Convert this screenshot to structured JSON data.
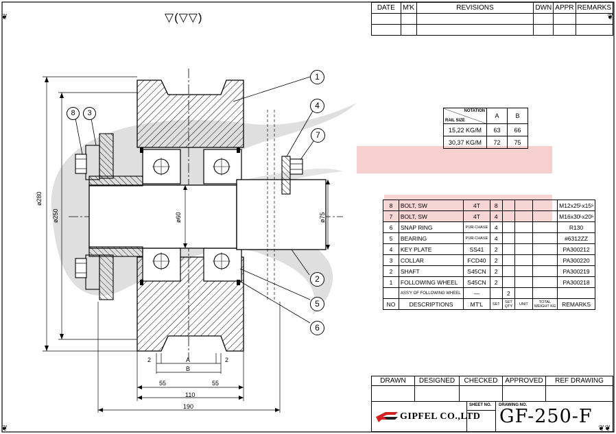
{
  "surface_symbol": "▽(▽▽)",
  "revisions": {
    "headers": [
      "DATE",
      "M'K",
      "REVISIONS",
      "DWN",
      "APPR",
      "REMARKS"
    ]
  },
  "notation": {
    "head_top": "NOTATION",
    "head_bottom": "RAIL SIZE",
    "col_a": "A",
    "col_b": "B",
    "rows": [
      {
        "rail": "15,22 KG/M",
        "a": "63",
        "b": "66"
      },
      {
        "rail": "30,37 KG/M",
        "a": "72",
        "b": "75"
      }
    ]
  },
  "bom": {
    "rows": [
      {
        "no": "8",
        "desc": "BOLT, SW",
        "mtl": "4T",
        "qty": "8",
        "qty2": "",
        "w1": "",
        "w2": "",
        "remarks": "M12x25ᴸx15ˢ"
      },
      {
        "no": "7",
        "desc": "BOLT, SW",
        "mtl": "4T",
        "qty": "4",
        "qty2": "",
        "w1": "",
        "w2": "",
        "remarks": "M16x30ᴸx20ˢ"
      },
      {
        "no": "6",
        "desc": "SNAP RING",
        "mtl": "PUR-CHASE",
        "qty": "4",
        "qty2": "",
        "w1": "",
        "w2": "",
        "remarks": "R130"
      },
      {
        "no": "5",
        "desc": "BEARING",
        "mtl": "PUR-CHASE",
        "qty": "4",
        "qty2": "",
        "w1": "",
        "w2": "",
        "remarks": "#6312ZZ"
      },
      {
        "no": "4",
        "desc": "KEY PLATE",
        "mtl": "SS41",
        "qty": "2",
        "qty2": "",
        "w1": "",
        "w2": "",
        "remarks": "PA300212"
      },
      {
        "no": "3",
        "desc": "COLLAR",
        "mtl": "FCD40",
        "qty": "2",
        "qty2": "",
        "w1": "",
        "w2": "",
        "remarks": "PA300220"
      },
      {
        "no": "2",
        "desc": "SHAFT",
        "mtl": "S45CN",
        "qty": "2",
        "qty2": "",
        "w1": "",
        "w2": "",
        "remarks": "PA300219"
      },
      {
        "no": "1",
        "desc": "FOLLOWING WHEEL",
        "mtl": "S45CN",
        "qty": "2",
        "qty2": "",
        "w1": "",
        "w2": "",
        "remarks": "PA300218"
      },
      {
        "no": "",
        "desc": "ASS'Y OF FOLLOWING WHEEL",
        "mtl": "—",
        "qty": "",
        "qty2": "2",
        "w1": "",
        "w2": "",
        "remarks": ""
      }
    ],
    "footer": {
      "no": "NO",
      "desc": "DESCRIPTIONS",
      "mtl": "MT'L",
      "set1": "SET",
      "set2": "SET",
      "qty": "QTY",
      "unit": "UNIT",
      "total": "TOTAL",
      "weight": "WEIGHT KG",
      "remarks": "REMARKS"
    }
  },
  "title_block": {
    "drawn": "DRAWN",
    "designed": "DESIGNED",
    "checked": "CHECKED",
    "approved": "APPROVED",
    "ref": "REF DRAWING",
    "sheet_no": "SHEET NO.",
    "drawing_no": "DRAWING NO.",
    "company": "GIPFEL CO.,LTD",
    "dwg_number": "GF-250-F"
  },
  "dimensions": {
    "d280": "ø280",
    "d250": "ø250",
    "d60": "ø60",
    "d75": "ø75",
    "a": "A",
    "b": "B",
    "gap_left": "2",
    "gap_right": "2",
    "w55a": "55",
    "w55b": "55",
    "w110": "110",
    "w190": "190"
  },
  "callouts": [
    "1",
    "2",
    "3",
    "4",
    "5",
    "6",
    "7",
    "8"
  ],
  "colors": {
    "line": "#000000",
    "watermark": "#d9d9d9",
    "highlight": "#f4c7c7"
  }
}
